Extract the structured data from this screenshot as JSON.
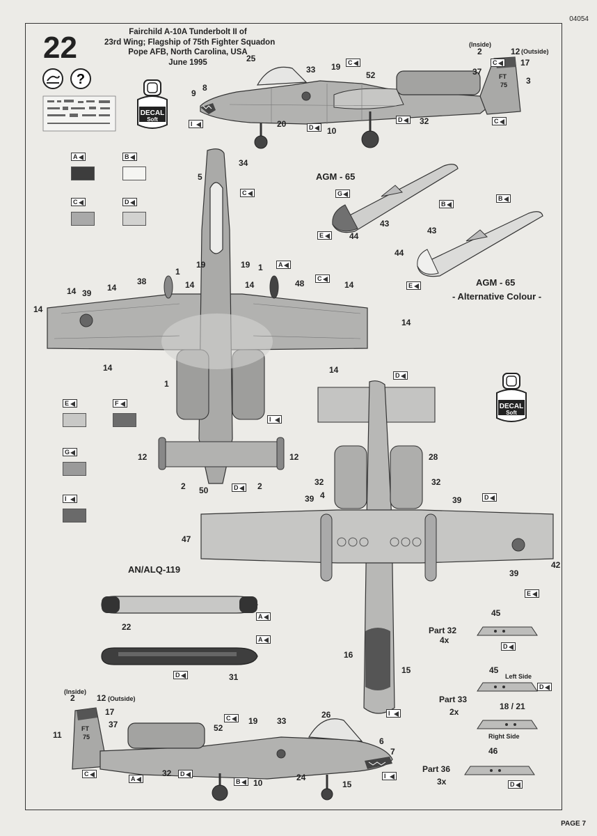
{
  "header": {
    "catalog_code": "04054",
    "step_number": "22",
    "title_lines": [
      "Fairchild A-10A Tunderbolt II of",
      "23rd Wing; Flagship of 75th Fighter Squadon",
      "Pope AFB, North Carolina, USA",
      "June 1995"
    ]
  },
  "footer": {
    "page_label": "PAGE 7"
  },
  "decal_pot": {
    "line1": "DECAL",
    "line2": "Soft"
  },
  "help_icon": "?",
  "colour_key": [
    {
      "letter": "A",
      "color": "#3d3d3d"
    },
    {
      "letter": "B",
      "color": "#f5f5f2"
    },
    {
      "letter": "C",
      "color": "#a9a9a9"
    },
    {
      "letter": "D",
      "color": "#d2d2d0"
    },
    {
      "letter": "E",
      "color": "#c8c8c6"
    },
    {
      "letter": "F",
      "color": "#6c6c6c"
    },
    {
      "letter": "G",
      "color": "#9a9a9a"
    },
    {
      "letter": "I",
      "color": "#6a6a6a"
    }
  ],
  "headings": {
    "agm65": "AGM - 65",
    "agm65_alt_1": "AGM - 65",
    "agm65_alt_2": "- Alternative Colour -",
    "anal": "AN/ALQ-119"
  },
  "parts": {
    "part32": {
      "name": "Part 32",
      "qty": "4x",
      "num": "45"
    },
    "part33": {
      "name": "Part 33",
      "qty": "2x",
      "num": "45",
      "left": "Left Side",
      "num2": "18 / 21",
      "right": "Right Side"
    },
    "part36": {
      "name": "Part 36",
      "qty": "3x",
      "num": "46"
    }
  },
  "fin_labels": {
    "inside": "(Inside)",
    "outside": "(Outside)",
    "squadron_code": "FT",
    "serial": "75"
  },
  "callouts": {
    "top_side": [
      "25",
      "33",
      "19",
      "52",
      "2",
      "12",
      "17",
      "37",
      "3",
      "9",
      "8",
      "20",
      "10",
      "32"
    ],
    "top_view": [
      "5",
      "34",
      "19",
      "19",
      "1",
      "1",
      "38",
      "48",
      "14",
      "39",
      "14",
      "14",
      "14",
      "14",
      "14",
      "14",
      "14",
      "14",
      "1",
      "12",
      "12",
      "2",
      "50",
      "2"
    ],
    "missile": [
      "43",
      "44",
      "43",
      "44"
    ],
    "bottom_view": [
      "28",
      "32",
      "32",
      "4",
      "39",
      "39",
      "47",
      "42",
      "39",
      "16",
      "15"
    ],
    "pod": [
      "22",
      "31"
    ],
    "bottom_side": [
      "2",
      "12",
      "17",
      "37",
      "11",
      "52",
      "19",
      "33",
      "26",
      "6",
      "7",
      "32",
      "10",
      "24",
      "15"
    ]
  }
}
